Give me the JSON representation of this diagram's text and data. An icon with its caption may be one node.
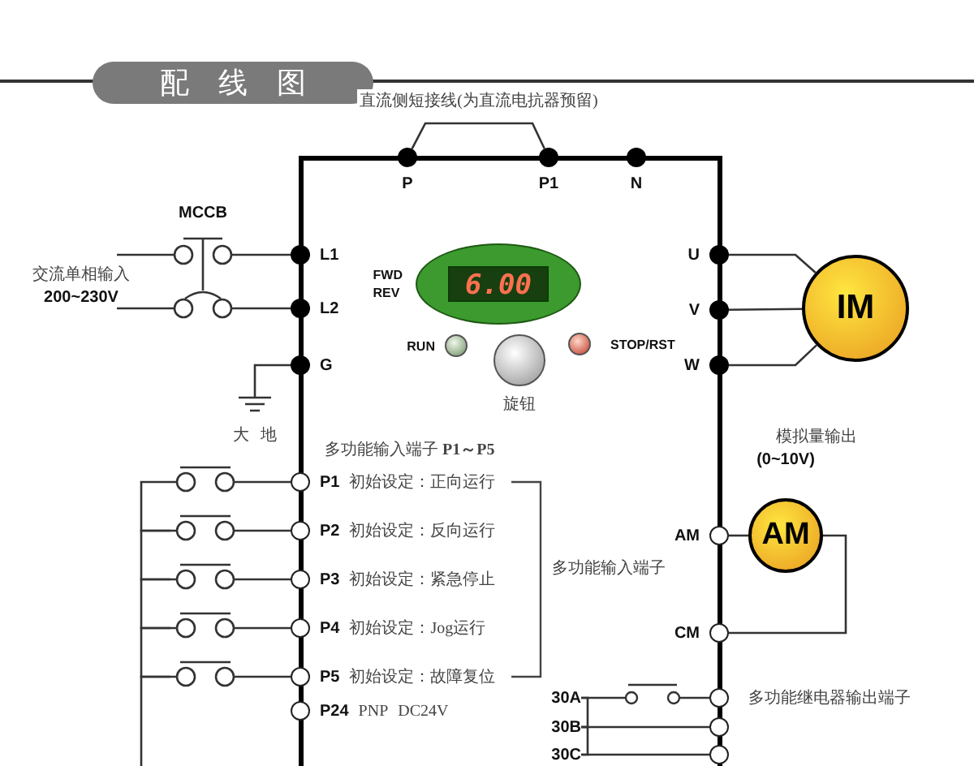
{
  "diagram": {
    "title": "配线图",
    "nodes": [
      {
        "text": [],
        "shape": "box"
      },
      {
        "text": [
          "P"
        ]
      },
      {
        "text": [
          "P1"
        ]
      },
      {
        "text": [
          "N"
        ]
      },
      {
        "text": [
          "MCCB"
        ]
      },
      {
        "text": [
          "交流单相输入",
          "200~230V"
        ]
      },
      {
        "text": [
          "L1"
        ]
      },
      {
        "text": [
          "L2"
        ]
      },
      {
        "text": [
          "G"
        ]
      },
      {
        "text": [],
        "shape": "ground",
        "beside": [
          "大地"
        ]
      },
      {
        "text": [
          "6.00"
        ],
        "beside": [
          "FWD",
          "REV"
        ],
        "in": 0
      },
      {
        "text": [],
        "shape": "circle",
        "beside": [
          "RUN"
        ],
        "in": 0
      },
      {
        "text": [],
        "shape": "circle",
        "beside": [
          "旋钮"
        ],
        "in": 0
      },
      {
        "text": [],
        "shape": "circle",
        "beside": [
          "STOP/RST"
        ],
        "in": 0
      },
      {
        "text": [
          "U"
        ]
      },
      {
        "text": [
          "V"
        ]
      },
      {
        "text": [
          "W"
        ]
      },
      {
        "text": [
          "IM"
        ]
      },
      {
        "text": [
          "AM"
        ],
        "beside": [
          "模拟量输出",
          "(0~10V)"
        ]
      },
      {
        "text": [
          "AM"
        ]
      },
      {
        "text": [
          "CM"
        ]
      },
      {
        "text": [],
        "shape": "switch"
      },
      {
        "text": [],
        "shape": "switch"
      },
      {
        "text": [],
        "shape": "switch"
      },
      {
        "text": [],
        "shape": "switch"
      },
      {
        "text": [],
        "shape": "switch"
      },
      {
        "text": [
          "P1"
        ],
        "beside": [
          "初始设定：正向运行"
        ]
      },
      {
        "text": [
          "P2"
        ],
        "beside": [
          "初始设定：反向运行"
        ]
      },
      {
        "text": [
          "P3"
        ],
        "beside": [
          "初始设定：紧急停止"
        ]
      },
      {
        "text": [
          "P4"
        ],
        "beside": [
          "初始设定：Jog运行"
        ]
      },
      {
        "text": [
          "P5"
        ],
        "beside": [
          "初始设定：故障复位"
        ]
      },
      {
        "text": [
          "P24"
        ],
        "beside": [
          "PNP",
          "DC24V"
        ]
      },
      {
        "text": [
          "30A"
        ],
        "in": 0
      },
      {
        "text": [],
        "shape": "switch",
        "in": 0
      },
      {
        "text": [],
        "shape": "circle",
        "beside": [
          "多功能继电器输出端子"
        ]
      },
      {
        "text": [
          "30B"
        ],
        "in": 0
      },
      {
        "text": [],
        "shape": "circle"
      },
      {
        "text": [
          "30C"
        ],
        "in": 0
      },
      {
        "text": [],
        "shape": "circle"
      }
    ],
    "edges": [
      {
        "from": 1,
        "to": 2,
        "arrow": "none",
        "label": "直流侧短接线(为直流电抗器预留)"
      },
      {
        "from": 5,
        "to": 4,
        "arrow": "none"
      },
      {
        "from": 5,
        "to": 4,
        "arrow": "none"
      },
      {
        "from": 4,
        "to": 6,
        "arrow": "none"
      },
      {
        "from": 4,
        "to": 7,
        "arrow": "none"
      },
      {
        "from": 8,
        "to": 9,
        "arrow": "none"
      },
      {
        "from": 14,
        "to": 17,
        "arrow": "none"
      },
      {
        "from": 15,
        "to": 17,
        "arrow": "none"
      },
      {
        "from": 16,
        "to": 17,
        "arrow": "none"
      },
      {
        "from": 19,
        "to": 18,
        "arrow": "none"
      },
      {
        "from": 18,
        "to": 20,
        "arrow": "none"
      },
      {
        "from": 21,
        "to": 22,
        "arrow": "none"
      },
      {
        "from": 22,
        "to": 23,
        "arrow": "none"
      },
      {
        "from": 23,
        "to": 24,
        "arrow": "none"
      },
      {
        "from": 24,
        "to": 25,
        "arrow": "none"
      },
      {
        "from": 25,
        "to": null,
        "arrow": "none"
      },
      {
        "from": 21,
        "to": 26,
        "arrow": "none"
      },
      {
        "from": 22,
        "to": 27,
        "arrow": "none"
      },
      {
        "from": 23,
        "to": 28,
        "arrow": "none"
      },
      {
        "from": 24,
        "to": 29,
        "arrow": "none"
      },
      {
        "from": 25,
        "to": 30,
        "arrow": "none"
      },
      {
        "from": 32,
        "to": 33,
        "arrow": "none"
      },
      {
        "from": 33,
        "to": 34,
        "arrow": "none"
      },
      {
        "from": 35,
        "to": 36,
        "arrow": "none"
      },
      {
        "from": 37,
        "to": 38,
        "arrow": "none"
      },
      {
        "from": 32,
        "to": 35,
        "arrow": "none"
      },
      {
        "from": 35,
        "to": 37,
        "arrow": "none"
      }
    ],
    "labels": [
      "多功能输入端子 **P1～P5**",
      "多功能输入端子"
    ]
  }
}
